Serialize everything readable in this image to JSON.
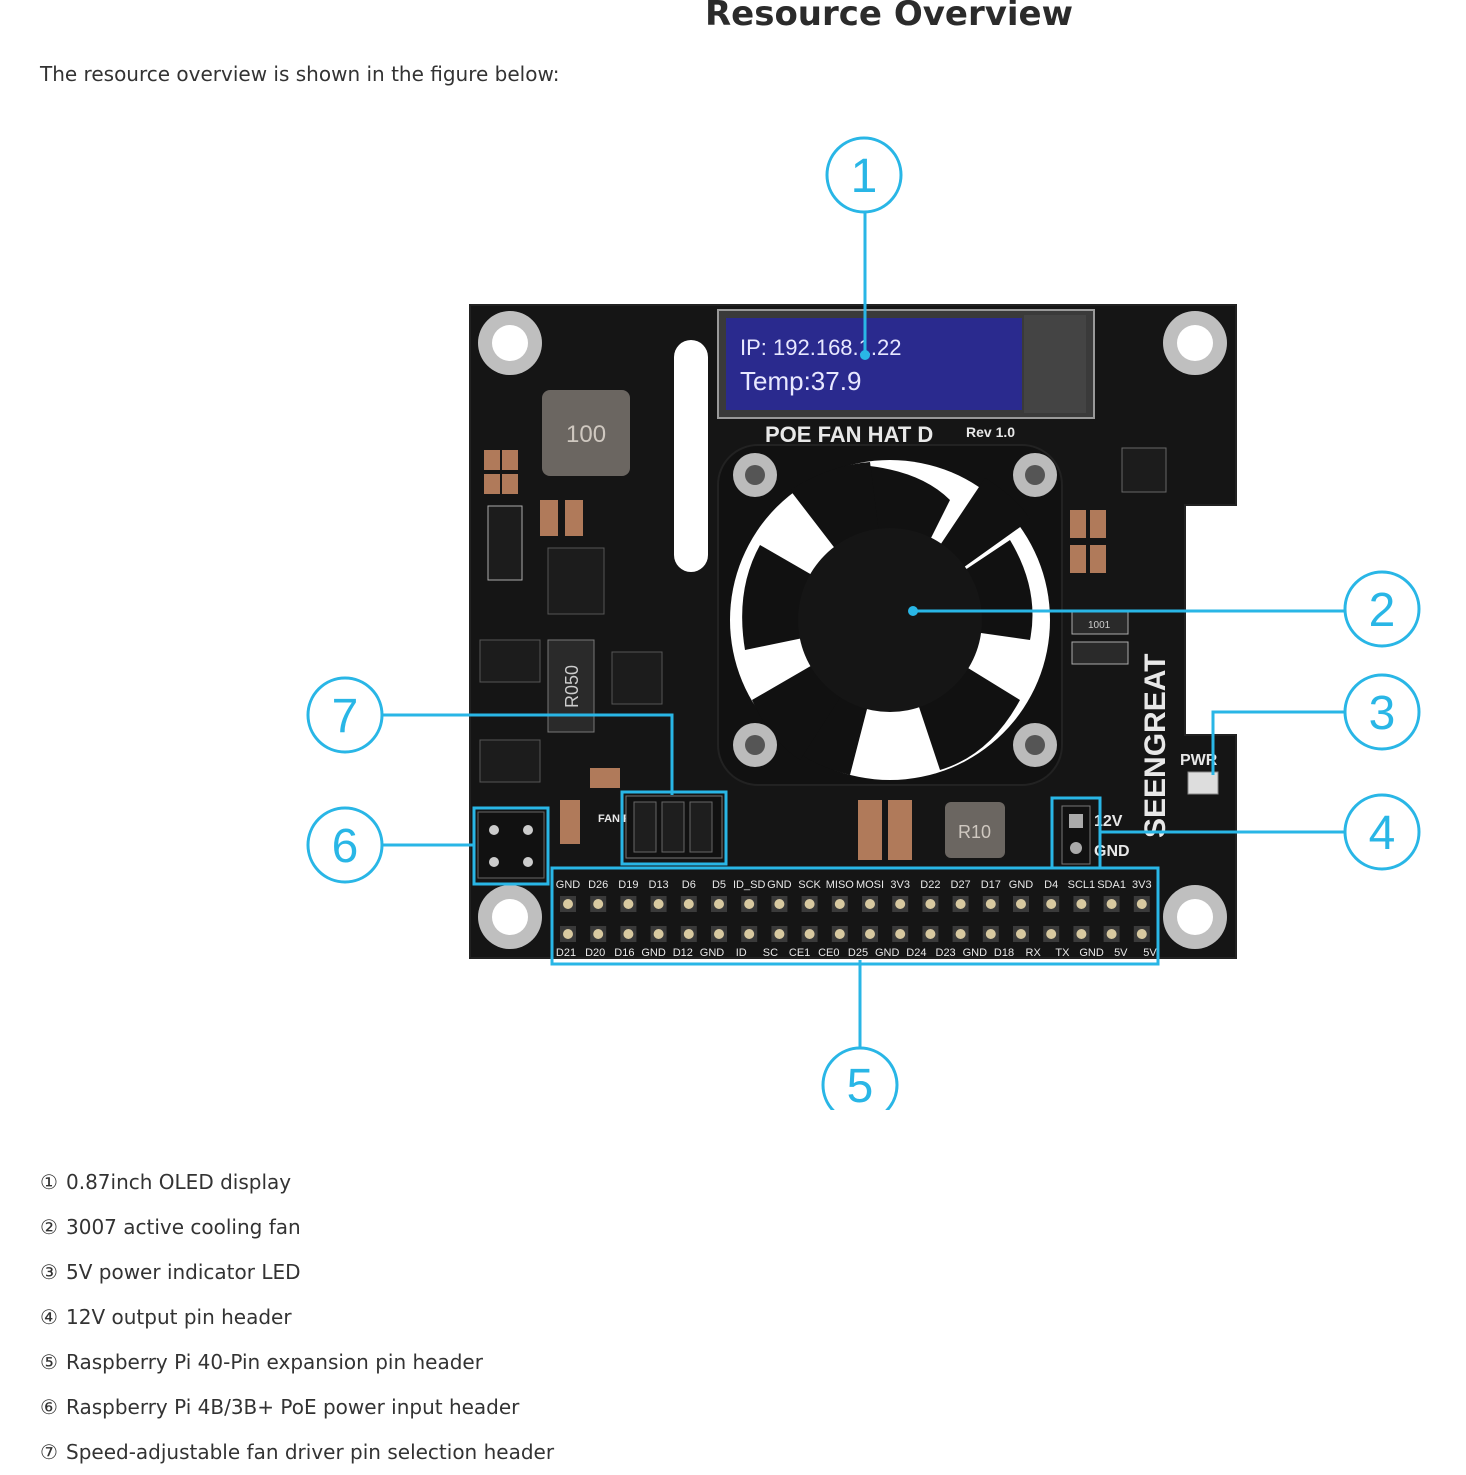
{
  "page": {
    "title": "Resource Overview",
    "intro": "The resource overview is shown in the figure below:"
  },
  "board": {
    "name": "POE FAN HAT D",
    "rev": "Rev 1.0",
    "brand": "SEENGREAT",
    "oled_line1": "IP: 192.168.1.22",
    "oled_line2": "Temp:37.9",
    "inductor_label": "100",
    "resistor_label": "R050",
    "inductor2_label": "R10",
    "chip_label": "1001",
    "pwr_label": "PWR",
    "header12v_top": "12V",
    "header12v_bottom": "GND",
    "fan_sel_label": "FAN PIN SEL",
    "colors": {
      "pcb": "#151515",
      "accent": "#29b6e6",
      "oled": "#2a2a8e",
      "oled_text": "#e8e8ff",
      "silk": "#e8e8e8"
    },
    "gpio_top": [
      "GND",
      "D26",
      "D19",
      "D13",
      "D6",
      "D5",
      "ID_SD",
      "GND",
      "SCK",
      "MISO",
      "MOSI",
      "3V3",
      "D22",
      "D27",
      "D17",
      "GND",
      "D4",
      "SCL1",
      "SDA1",
      "3V3"
    ],
    "gpio_bottom": [
      "D21",
      "D20",
      "D16",
      "GND",
      "D12",
      "GND",
      "ID",
      "SC",
      "CE1",
      "CE0",
      "D25",
      "GND",
      "D24",
      "D23",
      "GND",
      "D18",
      "RX",
      "TX",
      "GND",
      "5V",
      "5V"
    ]
  },
  "callouts": [
    "1",
    "2",
    "3",
    "4",
    "5",
    "6",
    "7"
  ],
  "legend": [
    {
      "num": "①",
      "text": "0.87inch OLED display"
    },
    {
      "num": "②",
      "text": "3007 active cooling fan"
    },
    {
      "num": "③",
      "text": "5V power indicator LED"
    },
    {
      "num": "④",
      "text": "12V output pin header"
    },
    {
      "num": "⑤",
      "text": "Raspberry Pi 40-Pin expansion pin header"
    },
    {
      "num": "⑥",
      "text": "Raspberry Pi 4B/3B+ PoE power input header"
    },
    {
      "num": "⑦",
      "text": "Speed-adjustable fan driver pin selection header"
    }
  ]
}
